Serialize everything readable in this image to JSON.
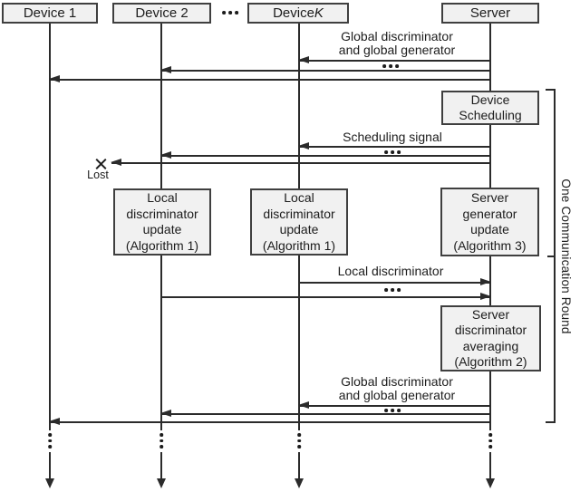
{
  "colors": {
    "line": "#2b2b2b",
    "box_fill": "#f1f1f1",
    "box_border": "#3f3f3f",
    "text": "#1c1c1c",
    "background": "#ffffff"
  },
  "header": {
    "actors": [
      {
        "label": "Device 1"
      },
      {
        "label": "Device 2"
      },
      {
        "label_prefix": "Device ",
        "label_italic": "K"
      },
      {
        "label": "Server"
      }
    ]
  },
  "messages": {
    "broadcast_top": {
      "line1": "Global discriminator",
      "line2": "and global generator"
    },
    "scheduling": {
      "label": "Scheduling signal",
      "lost_label": "Lost"
    },
    "local_discriminator": {
      "label": "Local discriminator"
    },
    "broadcast_bottom": {
      "line1": "Global discriminator",
      "line2": "and global generator"
    }
  },
  "activities": {
    "device_scheduling": {
      "line1": "Device",
      "line2": "Scheduling"
    },
    "local_update_device2": {
      "line1": "Local",
      "line2": "discriminator",
      "line3": "update",
      "line4": "(Algorithm 1)"
    },
    "local_update_deviceK": {
      "line1": "Local",
      "line2": "discriminator",
      "line3": "update",
      "line4": "(Algorithm 1)"
    },
    "server_generator_update": {
      "line1": "Server",
      "line2": "generator",
      "line3": "update",
      "line4": "(Algorithm 3)"
    },
    "server_discriminator_averaging": {
      "line1": "Server",
      "line2": "discriminator",
      "line3": "averaging",
      "line4": "(Algorithm 2)"
    }
  },
  "annotation": {
    "label": "One Communication Round"
  }
}
